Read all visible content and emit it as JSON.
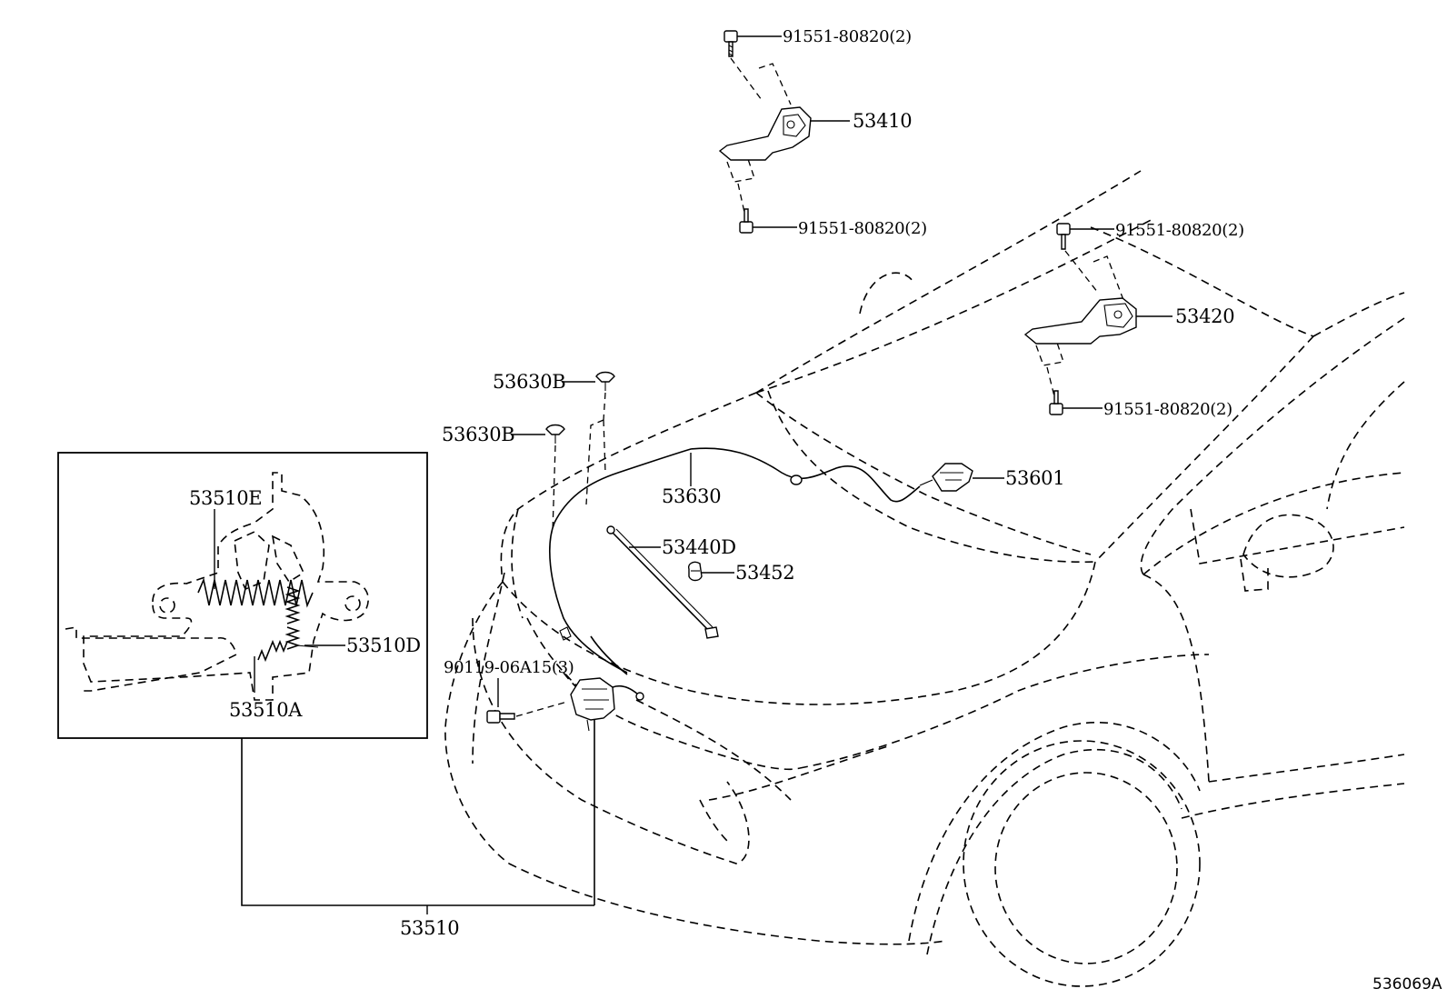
{
  "labels": {
    "bolt_top_hinge_upper": "91551-80820(2)",
    "hinge_lh": "53410",
    "bolt_top_hinge_lower": "91551-80820(2)",
    "bolt_rh_hinge_upper": "91551-80820(2)",
    "hinge_rh": "53420",
    "bolt_rh_hinge_lower": "91551-80820(2)",
    "cushion_upper": "53630B",
    "cushion_lower": "53630B",
    "release_cable": "53630",
    "release_lever": "53601",
    "support_rod": "53440D",
    "rod_holder": "53452",
    "latch_bolt": "90119-06A15(3)",
    "latch_assy": "53510",
    "latch_spring_e": "53510E",
    "latch_spring_d": "53510D",
    "latch_spring_a": "53510A"
  },
  "diagram_ref": "536069A"
}
